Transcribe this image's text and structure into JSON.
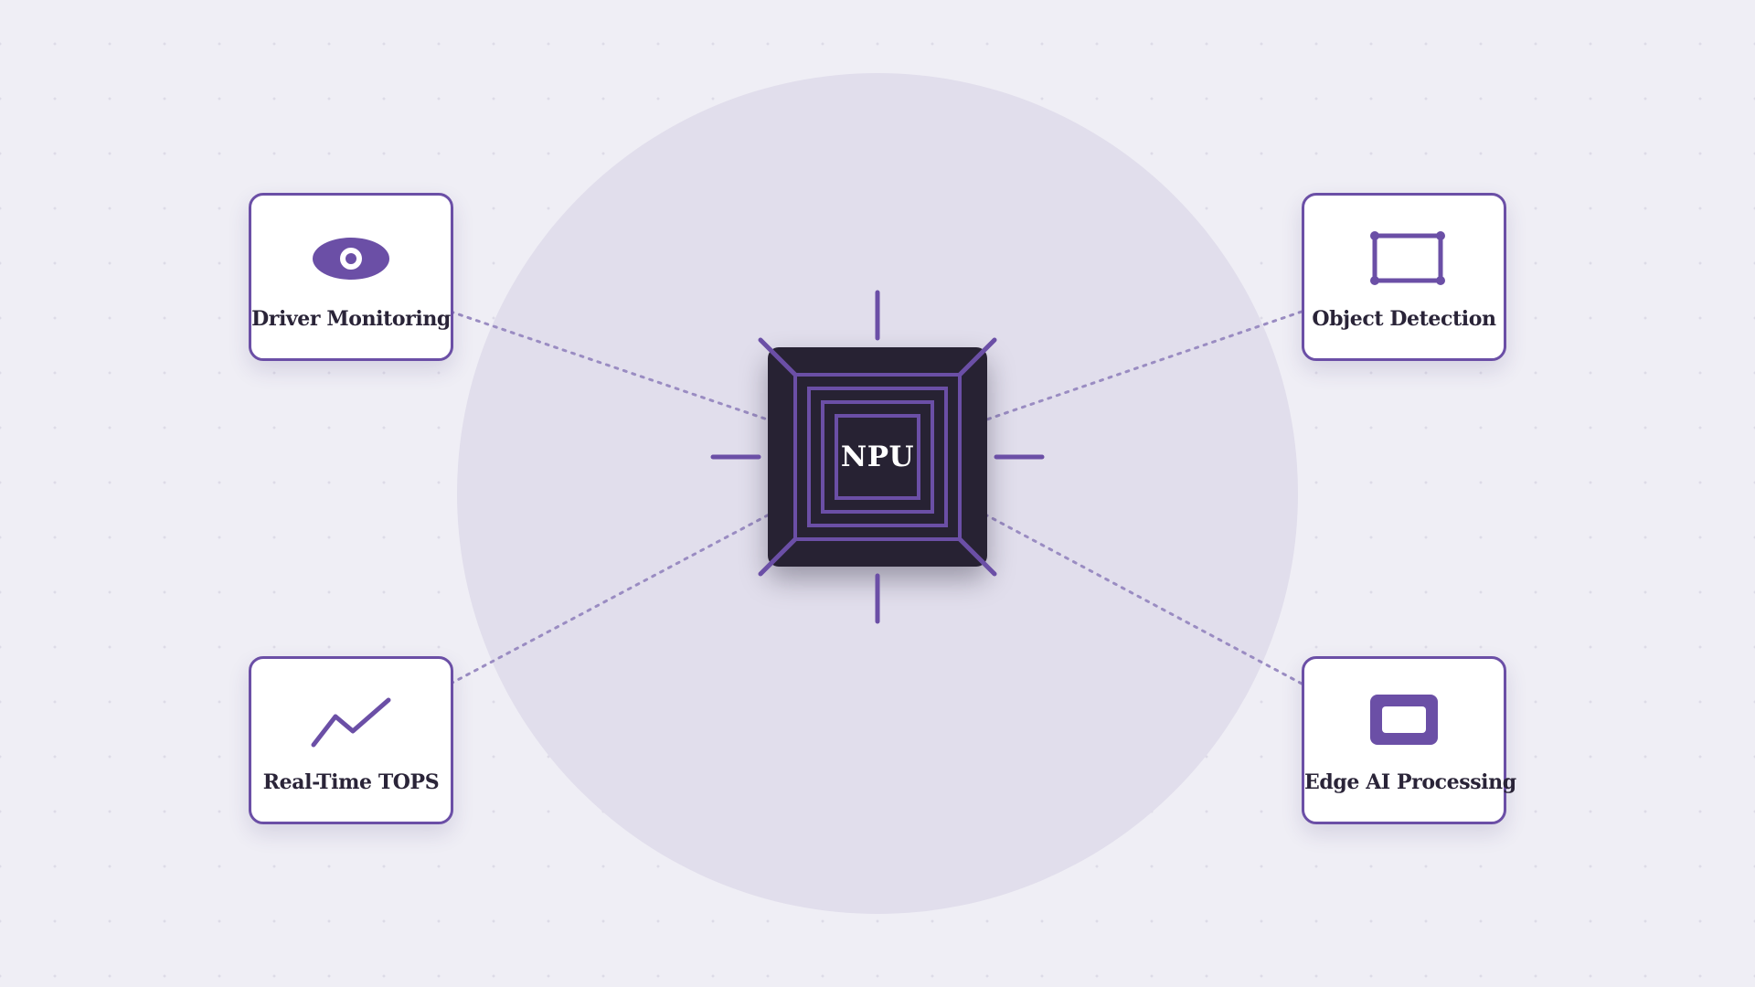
{
  "chip": {
    "label": "NPU",
    "icon": "npu-chip-icon"
  },
  "nodes": {
    "top_left": {
      "label": "Driver Monitoring",
      "icon": "eye-icon"
    },
    "top_right": {
      "label": "Object Detection",
      "icon": "bounding-box-icon"
    },
    "bottom_left": {
      "label": "Real-Time TOPS",
      "icon": "trend-line-icon"
    },
    "bottom_right": {
      "label": "Edge AI Processing",
      "icon": "display-icon"
    }
  },
  "colors": {
    "accent": "#6b4fa6",
    "chip": "#272233",
    "halo": "#e1deec",
    "background": "#efeef5",
    "connector": "#9a8cc2"
  }
}
